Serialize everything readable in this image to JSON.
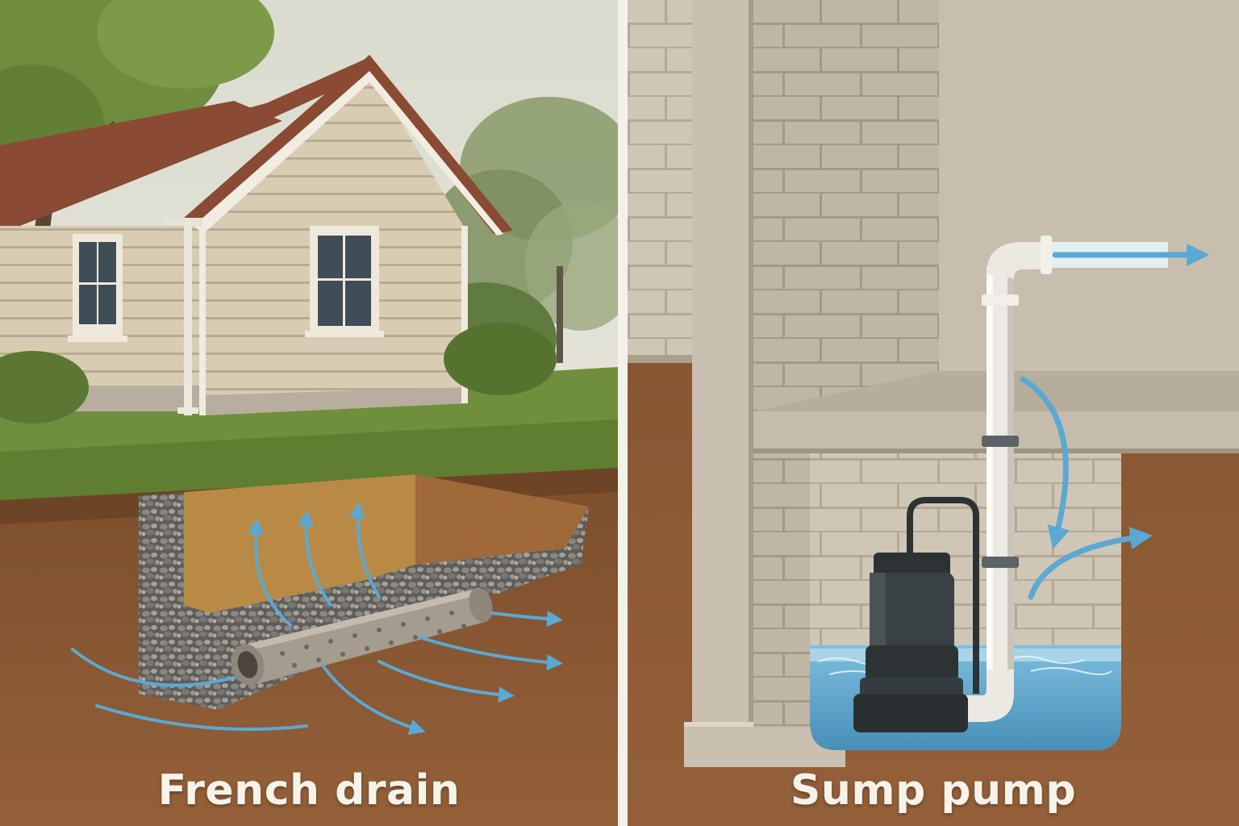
{
  "panels": {
    "left": {
      "caption": "French drain"
    },
    "right": {
      "caption": "Sump pump"
    }
  },
  "colors": {
    "soil": "#8a5a34",
    "grass": "#6f8f3c",
    "gravel": "#6e6c68",
    "pipe": "#a39c8f",
    "water": "#6fb3d6",
    "arrow": "#5aa9d4",
    "siding": "#d7ccb3",
    "roof": "#8a4a33",
    "concrete": "#c9c0b2",
    "pump": "#2d3335",
    "discharge_pipe": "#ece9e2"
  },
  "icons": {
    "house": "house-illustration",
    "perforated_pipe": "perforated-pipe-icon",
    "pump": "submersible-pump-icon",
    "flow_arrow": "water-flow-arrow-icon"
  }
}
